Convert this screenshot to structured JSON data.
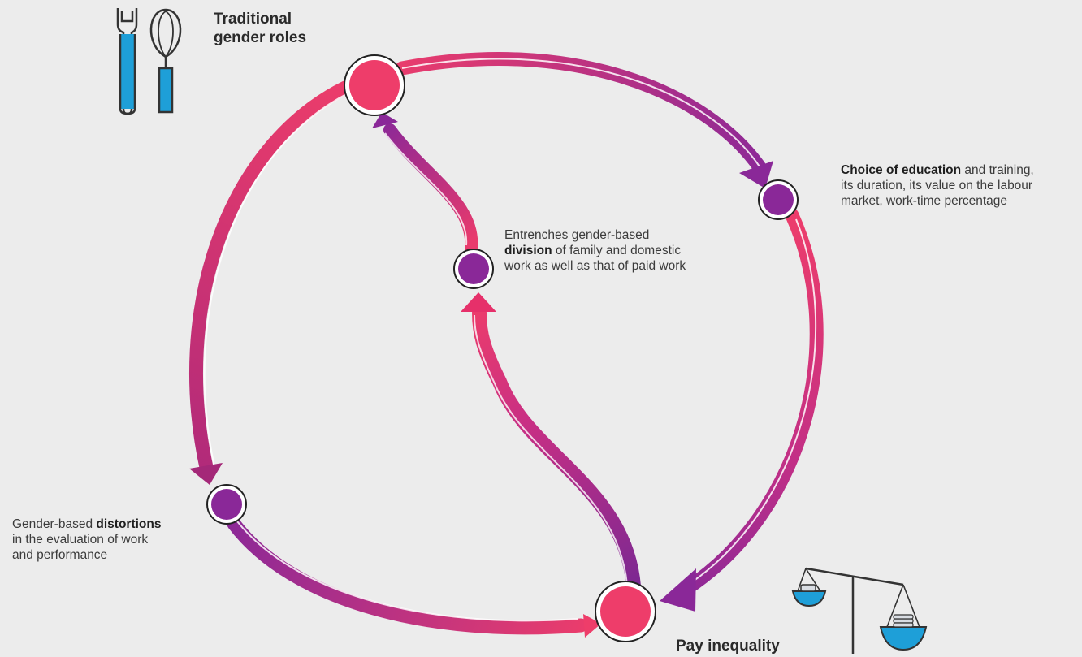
{
  "nodes": {
    "traditional_roles": {
      "title_line1": "Traditional",
      "title_line2": "gender roles"
    },
    "education": {
      "bold": "Choice of education",
      "rest1": " and training,",
      "line2": "its duration, its value on the labour",
      "line3": "market, work-time percentage"
    },
    "division": {
      "line1": "Entrenches gender-based",
      "bold": "division",
      "rest2": " of family and domestic",
      "line3": "work as well as that of paid work"
    },
    "distortions": {
      "line1_plain": "Gender-based ",
      "bold": "distortions",
      "line2": "in the evaluation of work",
      "line3": "and performance"
    },
    "pay_inequality": {
      "title": "Pay inequality"
    }
  },
  "icons": {
    "wrench": "wrench-icon",
    "whisk": "whisk-icon",
    "scales": "balance-scale-icon"
  },
  "colors": {
    "pink": "#ee3d6a",
    "magenta": "#c82f84",
    "purple": "#8a2898",
    "icon_blue": "#1e9fd8",
    "background": "#ececec"
  }
}
